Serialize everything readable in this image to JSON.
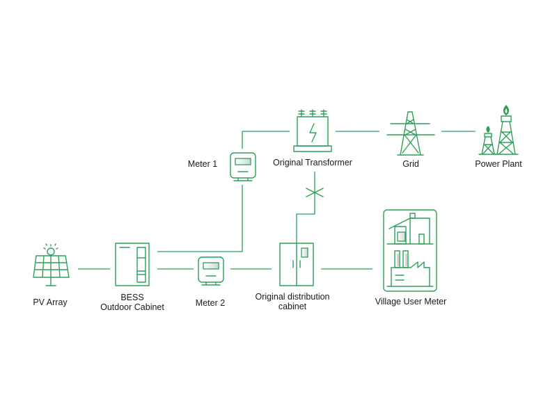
{
  "colors": {
    "accent": "#2e9e5b",
    "text": "#1a1a1a",
    "screen_gradient": "#cfd6d2"
  },
  "nodes": {
    "pv_array": {
      "label": "PV Array",
      "icon": "solar-panel-icon"
    },
    "bess": {
      "label_line1": "BESS",
      "label_line2": "Outdoor Cabinet",
      "icon": "battery-cabinet-icon"
    },
    "meter1": {
      "label": "Meter 1",
      "icon": "meter-icon"
    },
    "meter2": {
      "label": "Meter 2",
      "icon": "meter-icon"
    },
    "transformer": {
      "label": "Original Transformer",
      "icon": "transformer-icon"
    },
    "grid": {
      "label": "Grid",
      "icon": "transmission-tower-icon"
    },
    "power_plant": {
      "label": "Power Plant",
      "icon": "power-plant-icon"
    },
    "distribution": {
      "label_line1": "Original distribution",
      "label_line2": "cabinet",
      "icon": "distribution-cabinet-icon"
    },
    "village": {
      "label": "Village User Meter",
      "icon": "village-house-factory-icon"
    }
  },
  "connections": [
    [
      "pv_array",
      "bess"
    ],
    [
      "bess",
      "meter2"
    ],
    [
      "meter2",
      "distribution"
    ],
    [
      "distribution",
      "village"
    ],
    [
      "bess",
      "meter1"
    ],
    [
      "meter1",
      "transformer"
    ],
    [
      "transformer",
      "grid"
    ],
    [
      "grid",
      "power_plant"
    ],
    [
      "transformer",
      "distribution"
    ]
  ],
  "breaker": {
    "icon": "breaker-cross-icon",
    "between": [
      "transformer",
      "distribution"
    ]
  }
}
